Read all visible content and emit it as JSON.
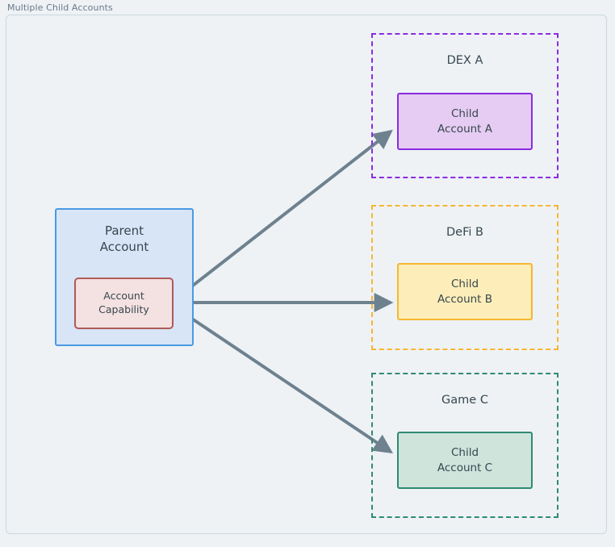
{
  "frame": {
    "title": "Multiple Child Accounts"
  },
  "nodes": {
    "parent": {
      "line1": "Parent",
      "line2": "Account",
      "fill": "#d7e5f7",
      "stroke": "#4a9ae3"
    },
    "capability": {
      "line1": "Account",
      "line2": "Capability",
      "fill": "#f4e1e1",
      "stroke": "#b05a58"
    },
    "child_a": {
      "line1": "Child",
      "line2": "Account A",
      "fill": "#e6ccf2",
      "stroke": "#8a2be2"
    },
    "child_b": {
      "line1": "Child",
      "line2": "Account B",
      "fill": "#fdeeb9",
      "stroke": "#f5b731"
    },
    "child_c": {
      "line1": "Child",
      "line2": "Account C",
      "fill": "#cfe4db",
      "stroke": "#2e8b72"
    }
  },
  "clusters": [
    {
      "id": "dex",
      "label": "DEX A",
      "stroke": "#8a2be2",
      "style": "dashed"
    },
    {
      "id": "defi",
      "label": "DeFi B",
      "stroke": "#f5b731",
      "style": "dashed"
    },
    {
      "id": "game",
      "label": "Game C",
      "stroke": "#2e8b72",
      "style": "dashed"
    }
  ],
  "edges": [
    {
      "from": "capability",
      "to": "child_a",
      "label": "",
      "color": "#6e818f"
    },
    {
      "from": "capability",
      "to": "child_b",
      "label": "",
      "color": "#6e818f"
    },
    {
      "from": "capability",
      "to": "child_c",
      "label": "",
      "color": "#6e818f"
    }
  ],
  "colors": {
    "background": "#eef2f5",
    "frame_border": "#ccd6de",
    "text": "#37474f",
    "title_text": "#6b7a89",
    "edge": "#6e818f"
  }
}
